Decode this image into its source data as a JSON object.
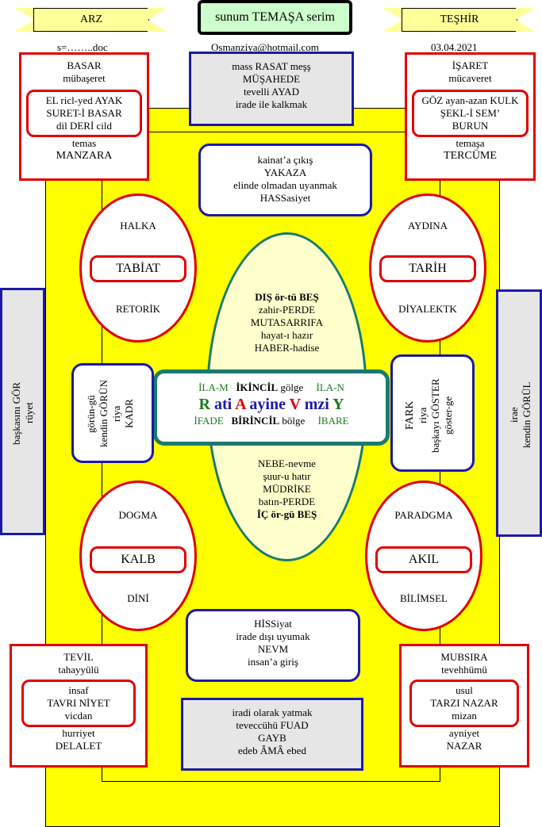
{
  "header": {
    "left_ribbon": "ARZ",
    "title": "sunum TEMAŞA serim",
    "right_ribbon": "TEŞHİR",
    "file_label": "s=……..doc",
    "email": "Osmanziya@hotmail.com",
    "date": "03.04.2021"
  },
  "top_left": {
    "line1": "BASAR",
    "line2": "mübaşeret",
    "inner1": "EL ricl-yed AYAK",
    "inner2": "SURET-İ BASAR",
    "inner3": "dil  DERİ  cild",
    "line3": "temas",
    "line4": "MANZARA"
  },
  "top_right": {
    "line1": "İŞARET",
    "line2": "mücaveret",
    "inner1": "GÖZ ayan-azan KULK",
    "inner2": "ŞEKL-İ SEM’",
    "inner3": "BURUN",
    "line3": "temaşa",
    "line4": "TERCÜME"
  },
  "top_center": {
    "line1": "mass RASAT  meşş",
    "line2": "MÜŞAHEDE",
    "line3": "tevelli  AYAD",
    "line4": "irade ile  kalkmak"
  },
  "upper_middle": {
    "line1": "kainat’a çıkış",
    "line2": "YAKAZA",
    "line3": "elinde olmadan uyanmak",
    "line4": "HASSasiyet"
  },
  "ellipse_tl": {
    "top": "HALKA",
    "label": "TABİAT",
    "bottom": "RETORİK"
  },
  "ellipse_tr": {
    "top": "AYDINA",
    "label": "TARİH",
    "bottom": "DİYALEKTK"
  },
  "ellipse_bl": {
    "top": "DOGMA",
    "label": "KALB",
    "bottom": "DİNİ"
  },
  "ellipse_br": {
    "top": "PARADGMA",
    "label": "AKIL",
    "bottom": "BİLİMSEL"
  },
  "center_oval_top": {
    "line1": "DIŞ ör-tü BEŞ",
    "line2": "zahir-PERDE",
    "line3": "MUTASARRIFA",
    "line4": "hayat-ı hazır",
    "line5": "HABER-hadise"
  },
  "center_oval_bottom": {
    "line1": "NEBE-nevme",
    "line2": "şuur-u hatır",
    "line3": "MÜDRİKE",
    "line4": "batın-PERDE",
    "line5": "İÇ ör-gü BEŞ"
  },
  "center_box": {
    "row1_left": "İLA-M",
    "row1_mid": "İKİNCİL",
    "row1_mid2": " gölge",
    "row1_right": "İLA-N",
    "row2": [
      {
        "t": "R",
        "c": "#1a7a1a"
      },
      {
        "t": " ati ",
        "c": "#1a1aa8"
      },
      {
        "t": "A",
        "c": "#e00000"
      },
      {
        "t": " ayine ",
        "c": "#1a1aa8"
      },
      {
        "t": "V",
        "c": "#e00000"
      },
      {
        "t": " mzi ",
        "c": "#1a1aa8"
      },
      {
        "t": "Y",
        "c": "#1a7a1a"
      }
    ],
    "row3_left": "İFADE",
    "row3_mid": "BİRİNCİL",
    "row3_mid2": " bölge",
    "row3_right": "İBARE"
  },
  "mid_left": {
    "line1": "görün-gü",
    "line2": "kendin GÖRÜN",
    "line3": "riya",
    "line4": "KADR"
  },
  "mid_right": {
    "line1": "FARK",
    "line2": "riya",
    "line3": "başkayı GÖSTER",
    "line4": "göster-ge"
  },
  "far_left": {
    "line1": "başkasını GÖR",
    "line2": "rüyet"
  },
  "far_right": {
    "line1": "irae",
    "line2": "kendin GÖRÜL"
  },
  "lower_middle": {
    "line1": "HİSSiyat",
    "line2": "irade dışı uyumak",
    "line3": "NEVM",
    "line4": "insan’a giriş"
  },
  "bottom_center": {
    "line1": "iradi olarak yatmak",
    "line2": "teveccühü FUAD",
    "line3": "GAYB",
    "line4": "edeb  ÂMÂ  ebed"
  },
  "bottom_left": {
    "line1": "TEVİL",
    "line2": "tahayyülü",
    "inner1": "insaf",
    "inner2": "TAVRI NİYET",
    "inner3": "vicdan",
    "line3": "hurriyet",
    "line4": "DELALET"
  },
  "bottom_right": {
    "line1": "MUBSIRA",
    "line2": "tevehhümü",
    "inner1": "usul",
    "inner2": "TARZI NAZAR",
    "inner3": "mizan",
    "line3": "ayniyet",
    "line4": "NAZAR"
  },
  "colors": {
    "yellow": "#ffff00",
    "red": "#e00000",
    "blue": "#1a1aa8",
    "teal": "#1a7a6e",
    "cream": "#ffffcc"
  }
}
